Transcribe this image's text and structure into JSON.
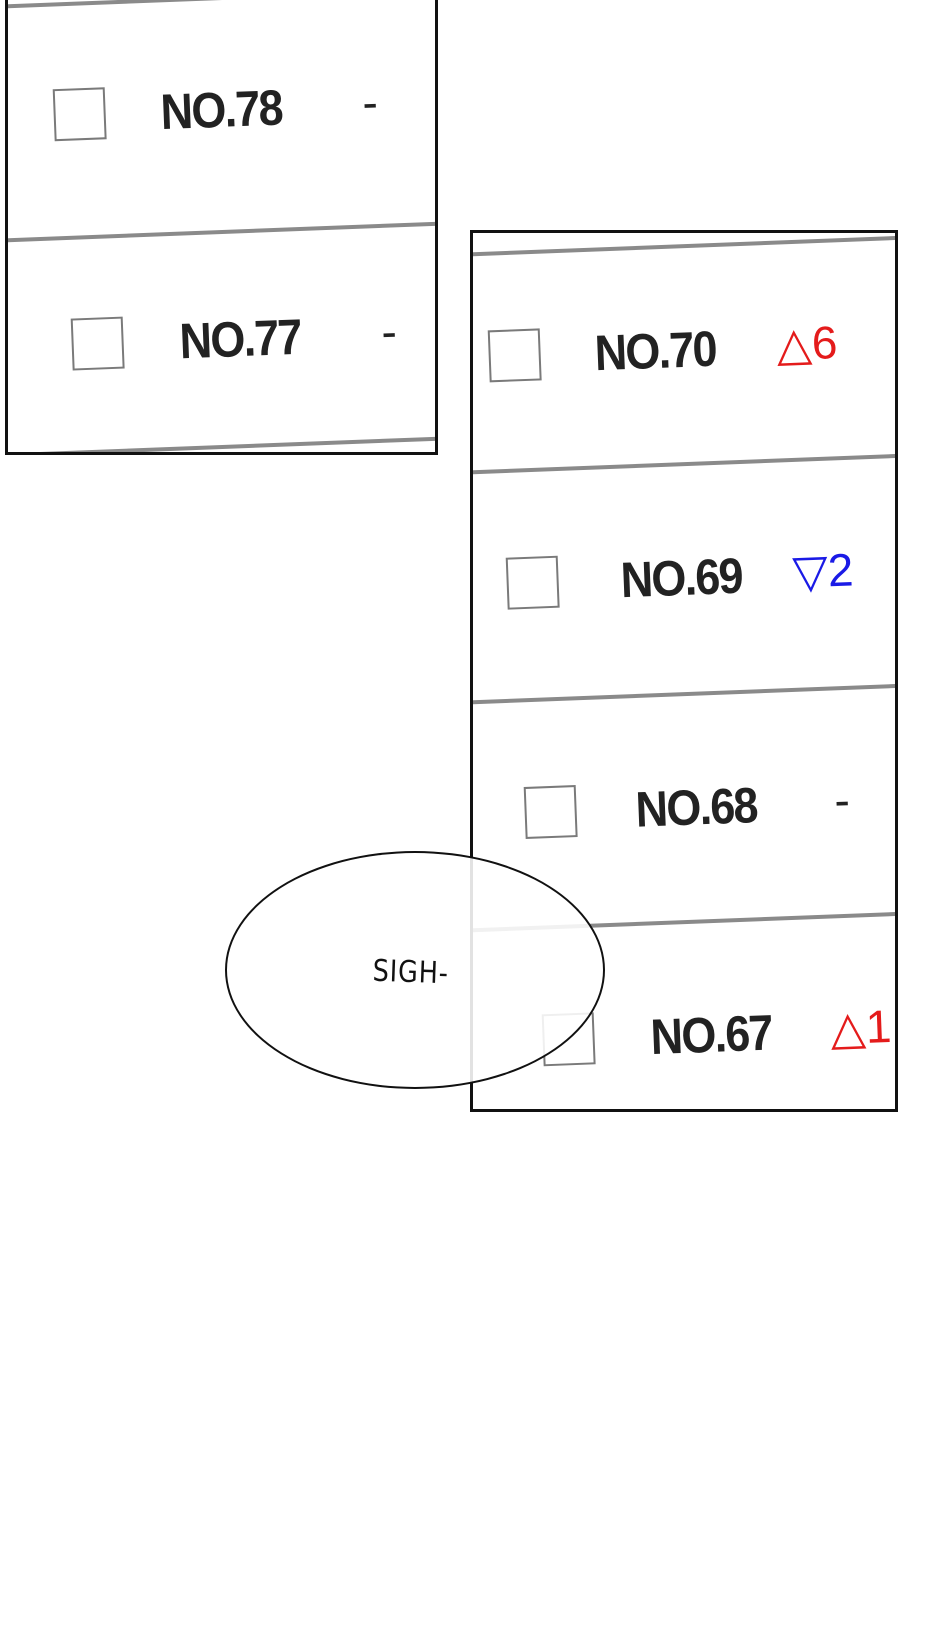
{
  "left_panel": {
    "rows": [
      {
        "label": "NO.78",
        "change": "-",
        "change_type": "none"
      },
      {
        "label": "NO.77",
        "change": "-",
        "change_type": "none"
      }
    ]
  },
  "right_panel": {
    "rows": [
      {
        "label": "NO.70",
        "change": "△6",
        "change_type": "up"
      },
      {
        "label": "NO.69",
        "change": "▽2",
        "change_type": "down"
      },
      {
        "label": "NO.68",
        "change": "-",
        "change_type": "none"
      },
      {
        "label": "NO.67",
        "change": "△1",
        "change_type": "up"
      }
    ]
  },
  "speech_bubble": {
    "text": "SIGH-"
  },
  "colors": {
    "up": "#e41b1b",
    "down": "#1a1ae6",
    "divider": "#8a8a8a"
  }
}
